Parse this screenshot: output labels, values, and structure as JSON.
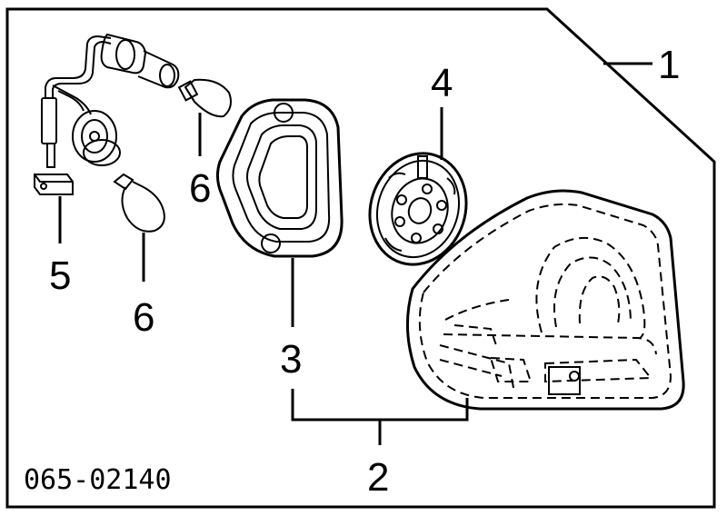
{
  "diagram": {
    "callouts": {
      "lamp_assembly": "1",
      "lens_housing_group": "2",
      "gasket": "3",
      "socket_cover": "4",
      "wire_harness": "5",
      "bulb_upper": "6",
      "bulb_lower": "6"
    },
    "part_code": "065-02140"
  }
}
